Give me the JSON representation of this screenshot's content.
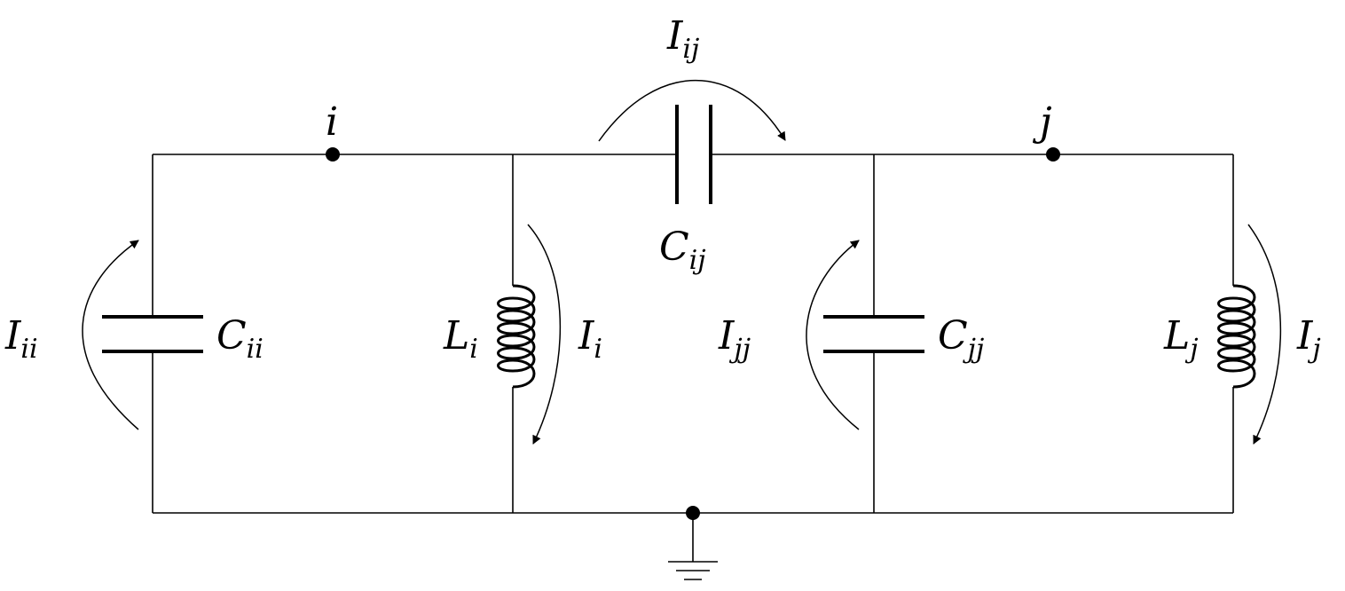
{
  "nodes": {
    "i": "i",
    "j": "j"
  },
  "labels": {
    "I_ij": {
      "main": "I",
      "sub": "ij"
    },
    "C_ij": {
      "main": "C",
      "sub": "ij"
    },
    "I_ii": {
      "main": "I",
      "sub": "ii"
    },
    "C_ii": {
      "main": "C",
      "sub": "ii"
    },
    "L_i": {
      "main": "L",
      "sub": "i"
    },
    "I_i": {
      "main": "I",
      "sub": "i"
    },
    "I_jj": {
      "main": "I",
      "sub": "jj"
    },
    "C_jj": {
      "main": "C",
      "sub": "jj"
    },
    "L_j": {
      "main": "L",
      "sub": "j"
    },
    "I_j": {
      "main": "I",
      "sub": "j"
    }
  }
}
